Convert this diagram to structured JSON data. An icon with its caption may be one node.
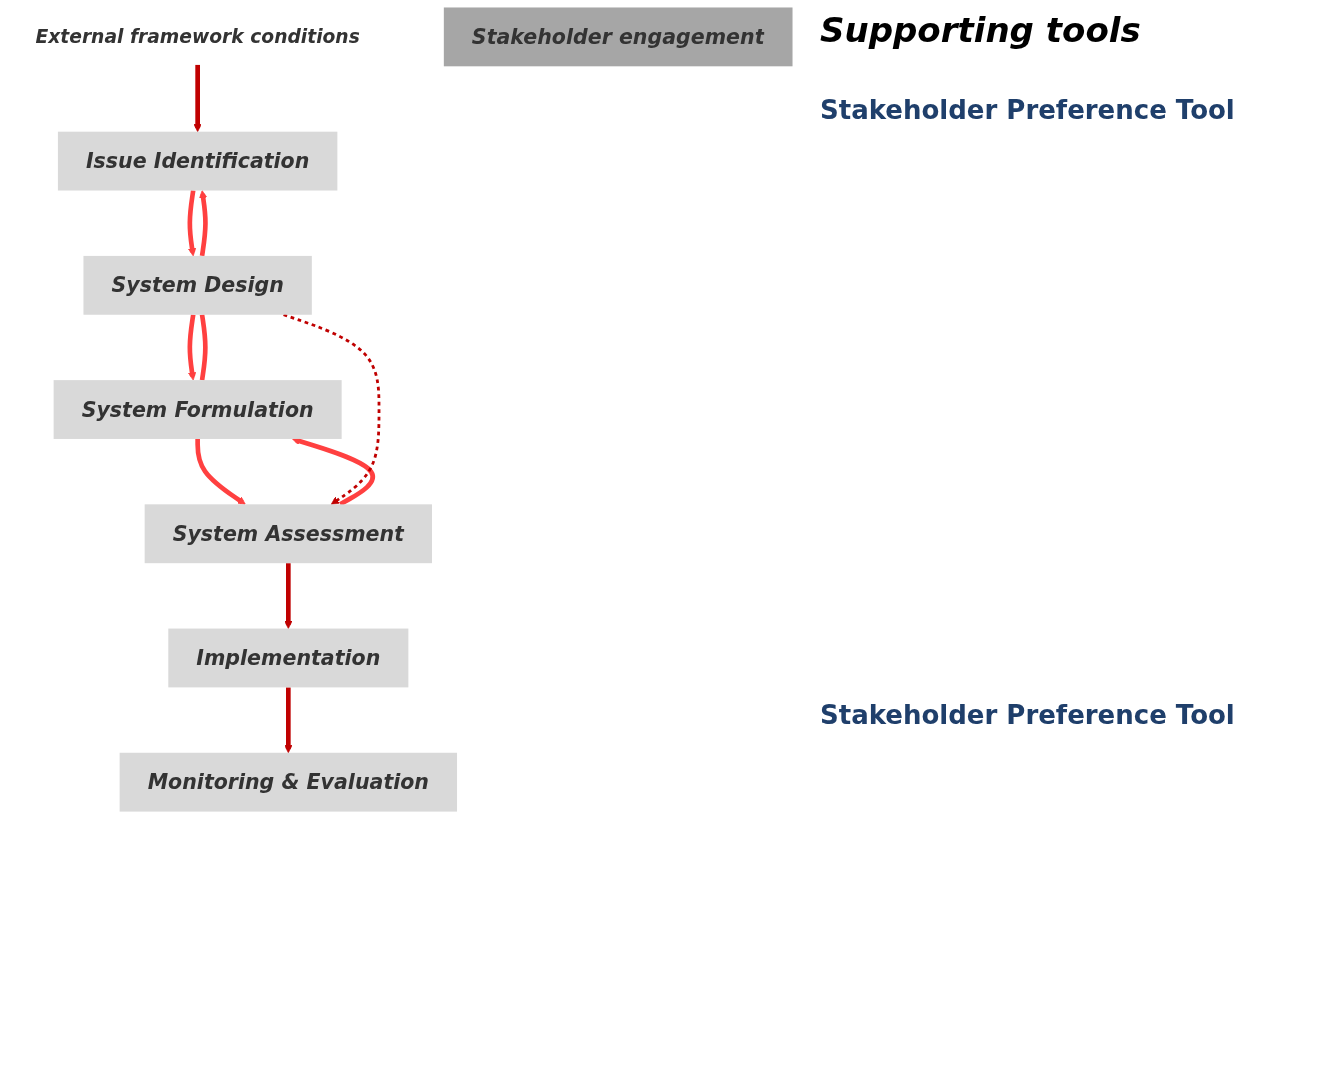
{
  "diagram": {
    "nodes": [
      {
        "text": [
          "External framework conditions"
        ]
      },
      {
        "text": [
          "Issue Identification"
        ]
      },
      {
        "text": [
          "System Design"
        ]
      },
      {
        "text": [
          "System Formulation"
        ]
      },
      {
        "text": [
          "System Assessment"
        ]
      },
      {
        "text": [
          "Implementation"
        ]
      },
      {
        "text": [
          "Monitoring & Evaluation"
        ]
      },
      {
        "text": [
          "Stakeholder engagement"
        ]
      }
    ],
    "edges": [
      {
        "from": 0,
        "to": 1,
        "arrow": "to",
        "color": "#c00000"
      },
      {
        "from": 1,
        "to": 2,
        "arrow": "to"
      },
      {
        "from": 2,
        "to": 1,
        "arrow": "to"
      },
      {
        "from": 2,
        "to": 3,
        "arrow": "to"
      },
      {
        "from": 3,
        "to": 4,
        "arrow": "to"
      },
      {
        "from": 4,
        "to": 3,
        "arrow": "to"
      },
      {
        "from": 3,
        "to": 2,
        "arrow": "none"
      },
      {
        "from": 2,
        "to": 4,
        "arrow": "to",
        "style": "dashed",
        "color": "#c00000"
      },
      {
        "from": 4,
        "to": 5,
        "arrow": "to",
        "color": "#c00000"
      },
      {
        "from": 5,
        "to": 6,
        "arrow": "to",
        "color": "#c00000"
      }
    ],
    "labels": [
      "Supporting tools",
      "Stakeholder Preference Tool",
      "Stakeholder Preference Tool"
    ]
  }
}
